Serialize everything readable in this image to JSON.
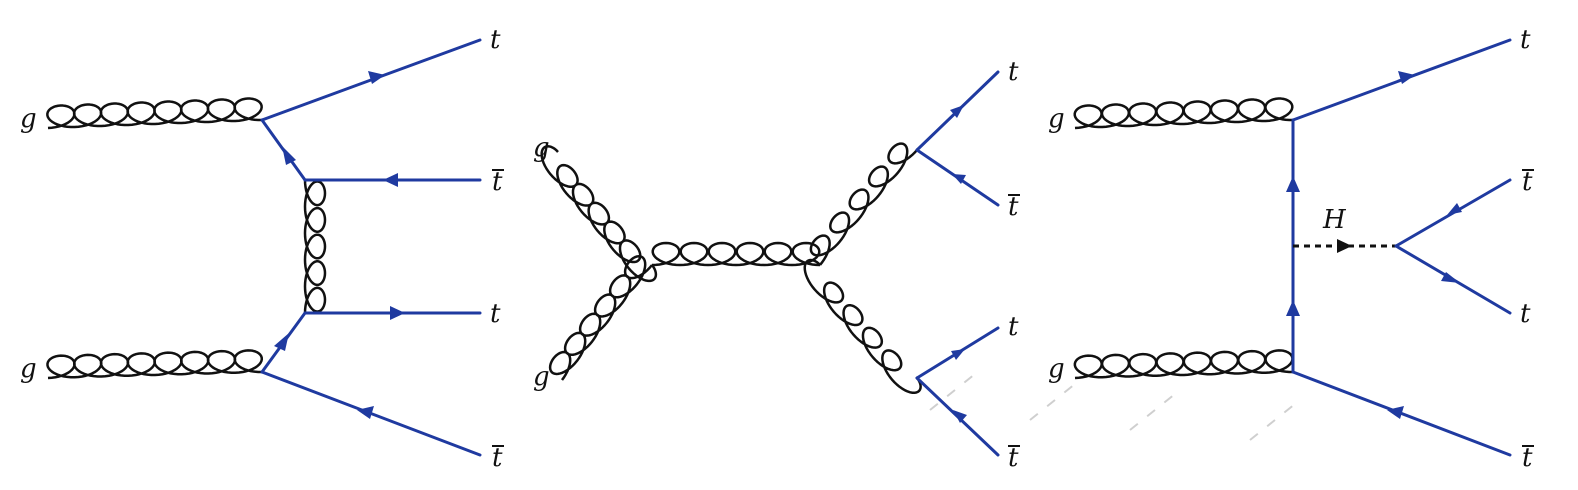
{
  "colors": {
    "fermion": "#1f3aa0",
    "gluon": "#111111",
    "scalar": "#111111",
    "label": "#111111"
  },
  "diagrams": [
    {
      "id": "t-channel-box",
      "labels": {
        "g_top": "g",
        "g_bottom": "g",
        "out1": "t",
        "out2": "t",
        "out3": "t",
        "out4": "t"
      }
    },
    {
      "id": "s-channel-gluon",
      "labels": {
        "g_top": "g",
        "g_bottom": "g",
        "out1": "t",
        "out2": "t",
        "out3": "t",
        "out4": "t"
      }
    },
    {
      "id": "higgs-radiation",
      "labels": {
        "g_top": "g",
        "g_bottom": "g",
        "out1": "t",
        "out2": "t",
        "out3": "t",
        "out4": "t",
        "scalar": "H"
      }
    }
  ]
}
